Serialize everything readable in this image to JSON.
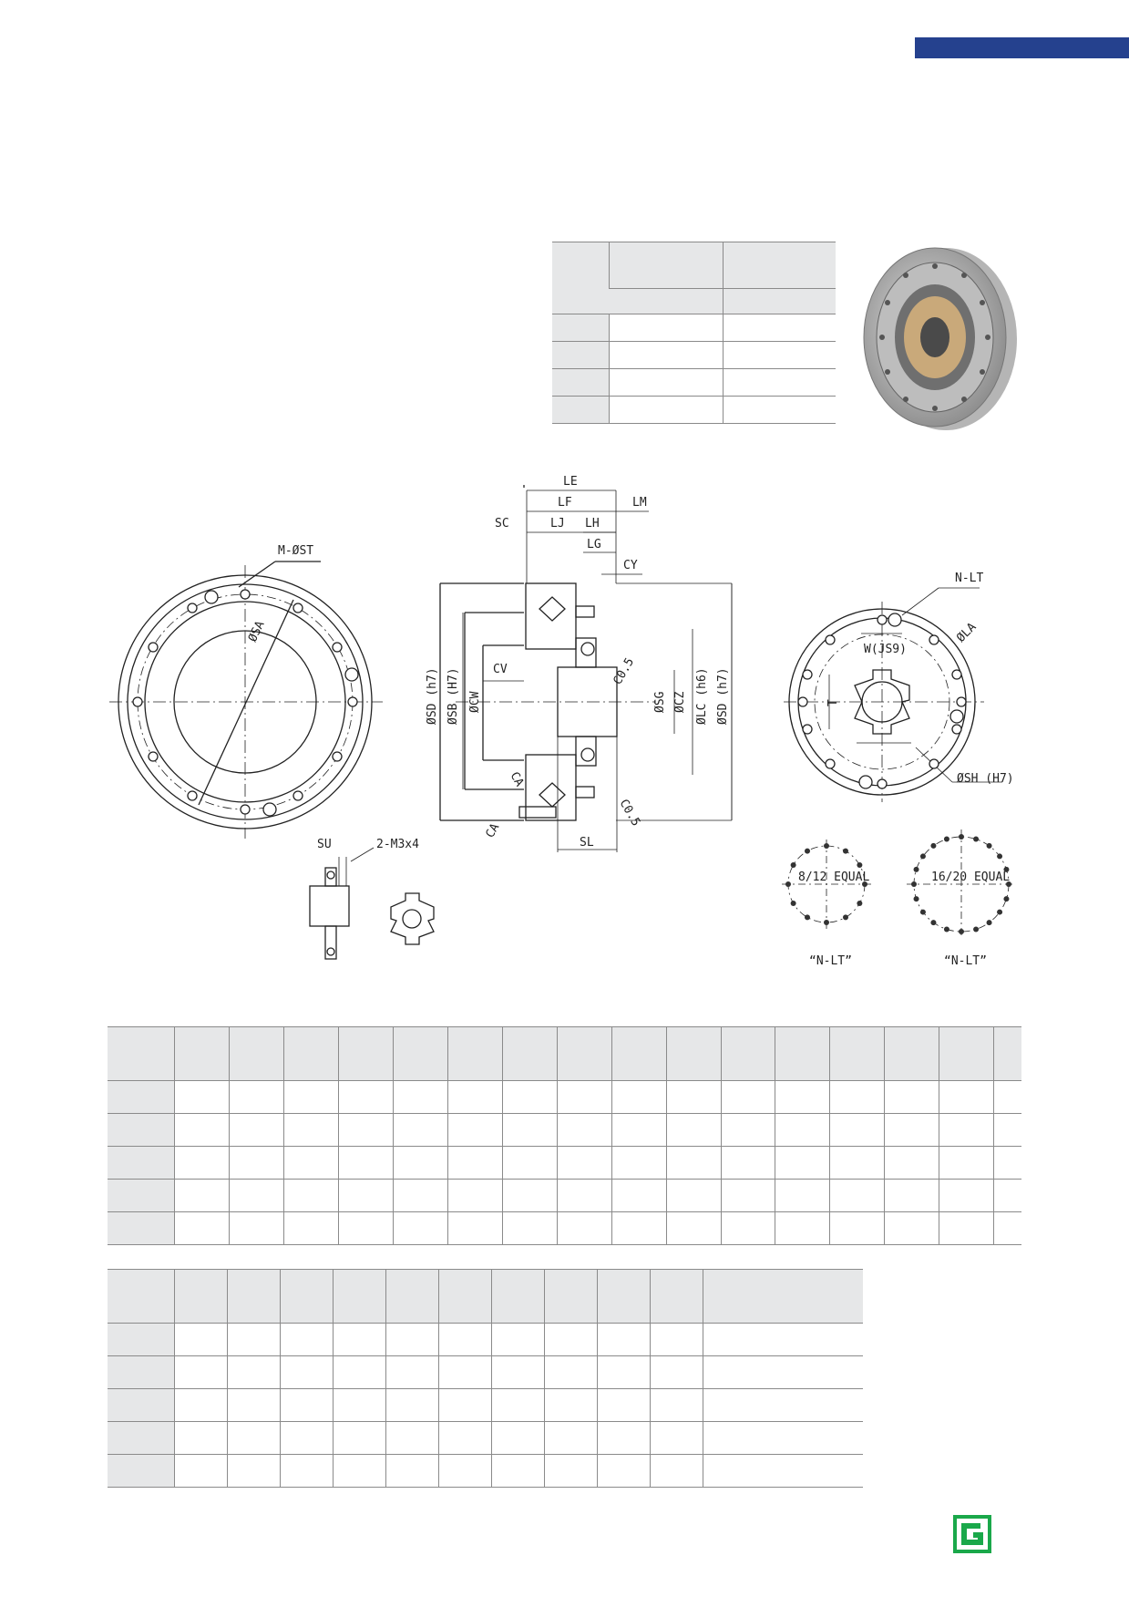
{
  "header": {
    "accent_color": "#25418e"
  },
  "drawing": {
    "labels": {
      "le": "LE",
      "lf": "LF",
      "lm": "LM",
      "sc": "SC",
      "lj": "LJ",
      "lh": "LH",
      "lg": "LG",
      "cy": "CY",
      "cv": "CV",
      "c05a": "C0.5",
      "c05b": "C0.5",
      "ca1": "CA",
      "ca2": "CA",
      "sl": "SL",
      "sd_left": "ØSD (h7)",
      "sb": "ØSB (H7)",
      "cw": "ØCW",
      "sg": "ØSG",
      "cz": "ØCZ",
      "lc": "ØLC (h6)",
      "sd_right": "ØSD (h7)",
      "mst": "M-ØST",
      "sa": "ØSA",
      "nlt": "N-LT",
      "la": "ØLA",
      "wjs9": "W(JS9)",
      "t": "T",
      "sh": "ØSH (H7)",
      "su": "SU",
      "m3": "2-M3x4",
      "equal_8_12": "8/12 EQUAL",
      "equal_16_20": "16/20 EQUAL",
      "nlt_a": "“N-LT”",
      "nlt_b": "“N-LT”"
    }
  },
  "photo": {
    "icon": "gearbox-photo"
  },
  "logo": {
    "icon": "g-logo",
    "color": "#1aa84a"
  }
}
